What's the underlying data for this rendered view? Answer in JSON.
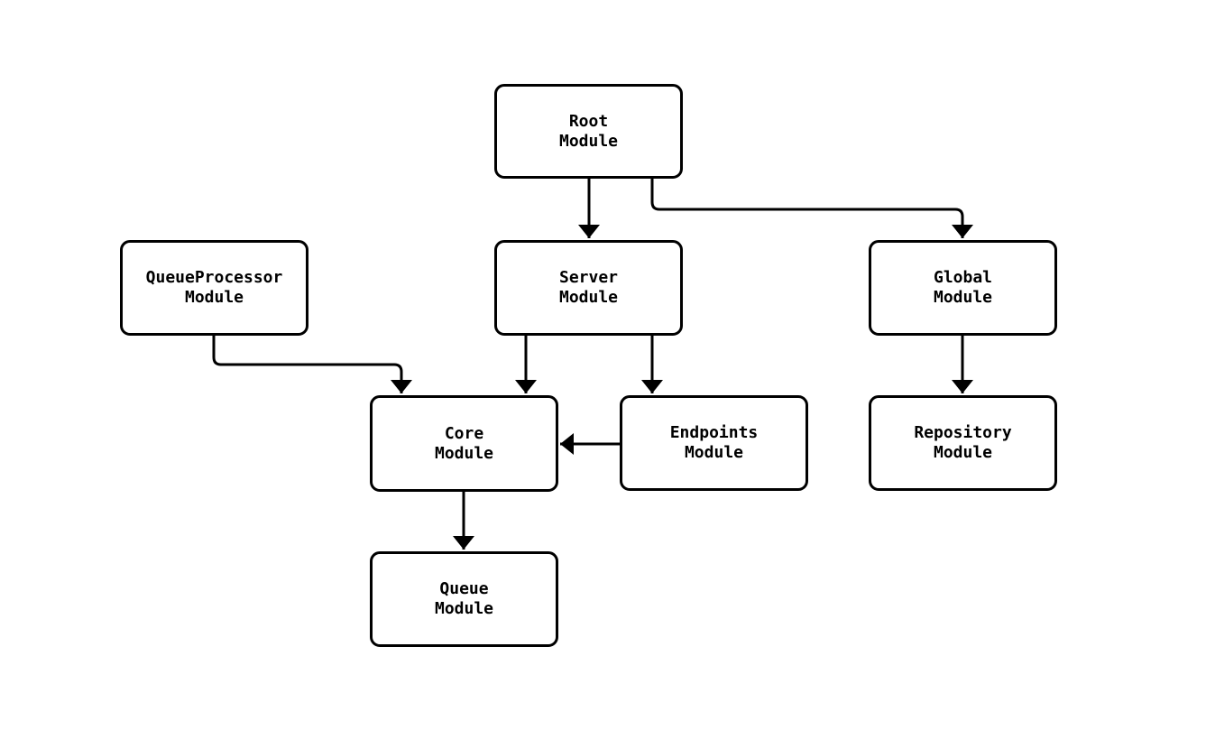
{
  "diagram": {
    "background_color": "#ffffff",
    "line_color": "#000000",
    "nodes": {
      "root": {
        "label": "Root\nModule"
      },
      "server": {
        "label": "Server\nModule"
      },
      "queueprocessor": {
        "label": "QueueProcessor\nModule"
      },
      "global": {
        "label": "Global\nModule"
      },
      "core": {
        "label": "Core\nModule"
      },
      "endpoints": {
        "label": "Endpoints\nModule"
      },
      "repository": {
        "label": "Repository\nModule"
      },
      "queue": {
        "label": "Queue\nModule"
      }
    },
    "edges": [
      {
        "from": "root",
        "to": "server"
      },
      {
        "from": "root",
        "to": "global"
      },
      {
        "from": "queueprocessor",
        "to": "core"
      },
      {
        "from": "server",
        "to": "core"
      },
      {
        "from": "server",
        "to": "endpoints"
      },
      {
        "from": "endpoints",
        "to": "core"
      },
      {
        "from": "global",
        "to": "repository"
      },
      {
        "from": "core",
        "to": "queue"
      }
    ]
  }
}
